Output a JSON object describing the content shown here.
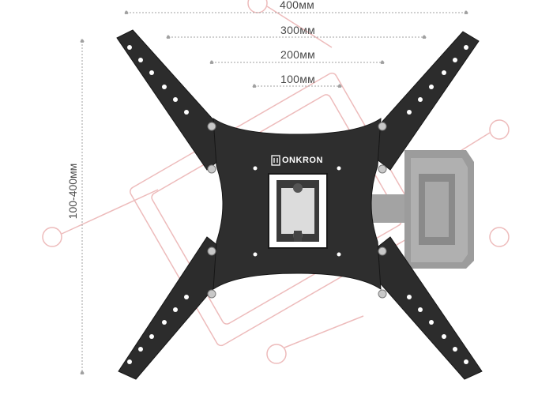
{
  "dimensions": {
    "h400": "400мм",
    "h300": "300мм",
    "h200": "200мм",
    "h100": "100мм",
    "vertical": "100-400мм"
  },
  "brand": {
    "logo_text": "ONKRON",
    "logo_icon": "onkron-logo-icon"
  },
  "colors": {
    "mount": "#2b2b2b",
    "mount_edge": "#1a1a1a",
    "arm": "#9a9a9a",
    "arm_dark": "#7d7d7d",
    "watermark": "#e4a0a0",
    "dimension_line": "#9a9a9a"
  }
}
